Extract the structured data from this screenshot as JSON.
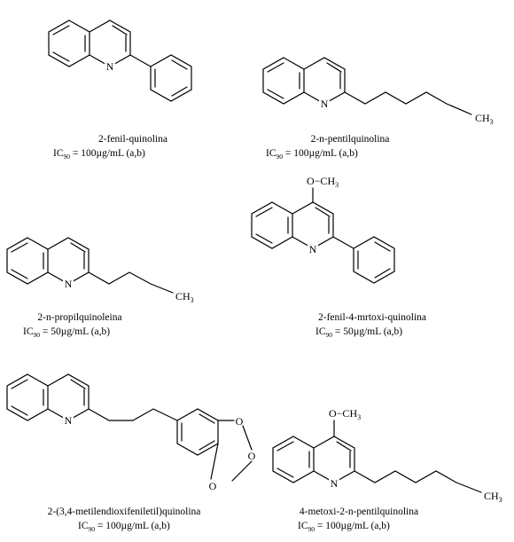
{
  "compounds": [
    {
      "id": "c1",
      "name": "2-fenil-quinolina",
      "ic_label": "IC",
      "ic_sub": "90",
      "ic_value": " = 100µg/mL (a,b)"
    },
    {
      "id": "c2",
      "name": "2-n-pentilquinolina",
      "ic_label": "IC",
      "ic_sub": "90",
      "ic_value": " = 100µg/mL (a,b)"
    },
    {
      "id": "c3",
      "name": "2-n-propilquinoleina",
      "ic_label": "IC",
      "ic_sub": "90",
      "ic_value": " = 50µg/mL (a,b)"
    },
    {
      "id": "c4",
      "name": "2-fenil-4-mrtoxi-quinolina",
      "ic_label": "IC",
      "ic_sub": "90",
      "ic_value": " = 50µg/mL (a,b)"
    },
    {
      "id": "c5",
      "name": "2-(3,4-metilendioxifeniletil)quinolina",
      "ic_label": "IC",
      "ic_sub": "90",
      "ic_value": " = 100µg/mL (a,b)"
    },
    {
      "id": "c6",
      "name": "4-metoxi-2-n-pentilquinolina",
      "ic_label": "IC",
      "ic_sub": "90",
      "ic_value": " = 100µg/mL (a,b)"
    }
  ],
  "atoms": {
    "nitrogen": "N",
    "oxygen": "O",
    "methyl_c": "CH",
    "methyl_sub": "3",
    "methoxy_prefix": "O−CH"
  }
}
